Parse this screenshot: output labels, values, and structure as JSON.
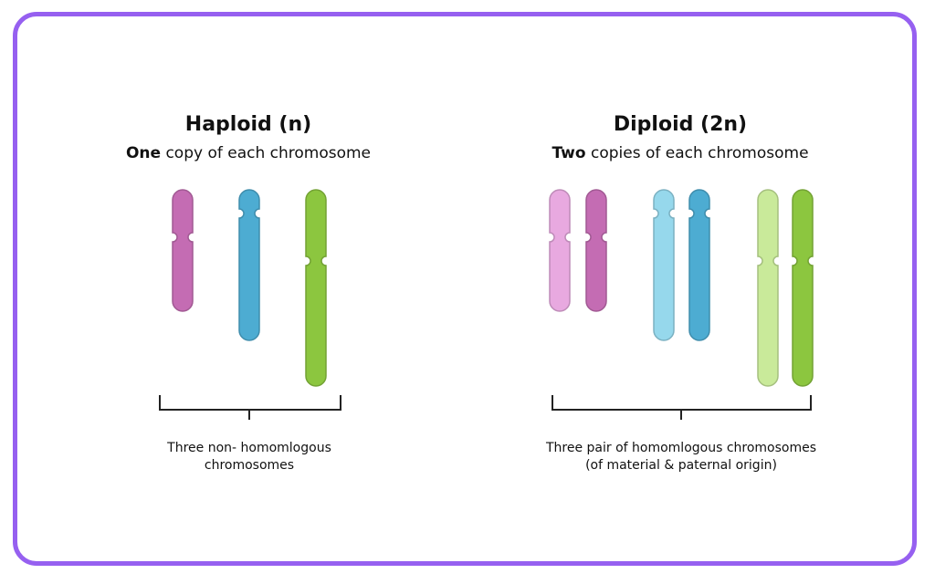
{
  "colors": {
    "frame": "#9660f0",
    "magenta": "#c46cb3",
    "magenta_light": "#e8a9e0",
    "blue": "#4dacd2",
    "blue_light": "#96d8ec",
    "green": "#8cc63f",
    "green_light": "#c9ea9a"
  },
  "haploid": {
    "title": "Haploid (n)",
    "subtitle_bold": "One",
    "subtitle_rest": " copy of each chromosome",
    "caption_line1": "Three non- homomlogous",
    "caption_line2": "chromosomes",
    "chromosomes": [
      {
        "name": "magenta",
        "color": "magenta"
      },
      {
        "name": "blue",
        "color": "blue"
      },
      {
        "name": "green",
        "color": "green"
      }
    ]
  },
  "diploid": {
    "title": "Diploid (2n)",
    "subtitle_bold": "Two",
    "subtitle_rest": " copies of each chromosome",
    "caption_line1": "Three pair of homomlogous chromosomes",
    "caption_line2": "(of material & paternal origin)",
    "chromosomes": [
      {
        "name": "magenta-light",
        "color": "magenta_light"
      },
      {
        "name": "magenta",
        "color": "magenta"
      },
      {
        "name": "blue-light",
        "color": "blue_light"
      },
      {
        "name": "blue",
        "color": "blue"
      },
      {
        "name": "green-light",
        "color": "green_light"
      },
      {
        "name": "green",
        "color": "green"
      }
    ]
  }
}
